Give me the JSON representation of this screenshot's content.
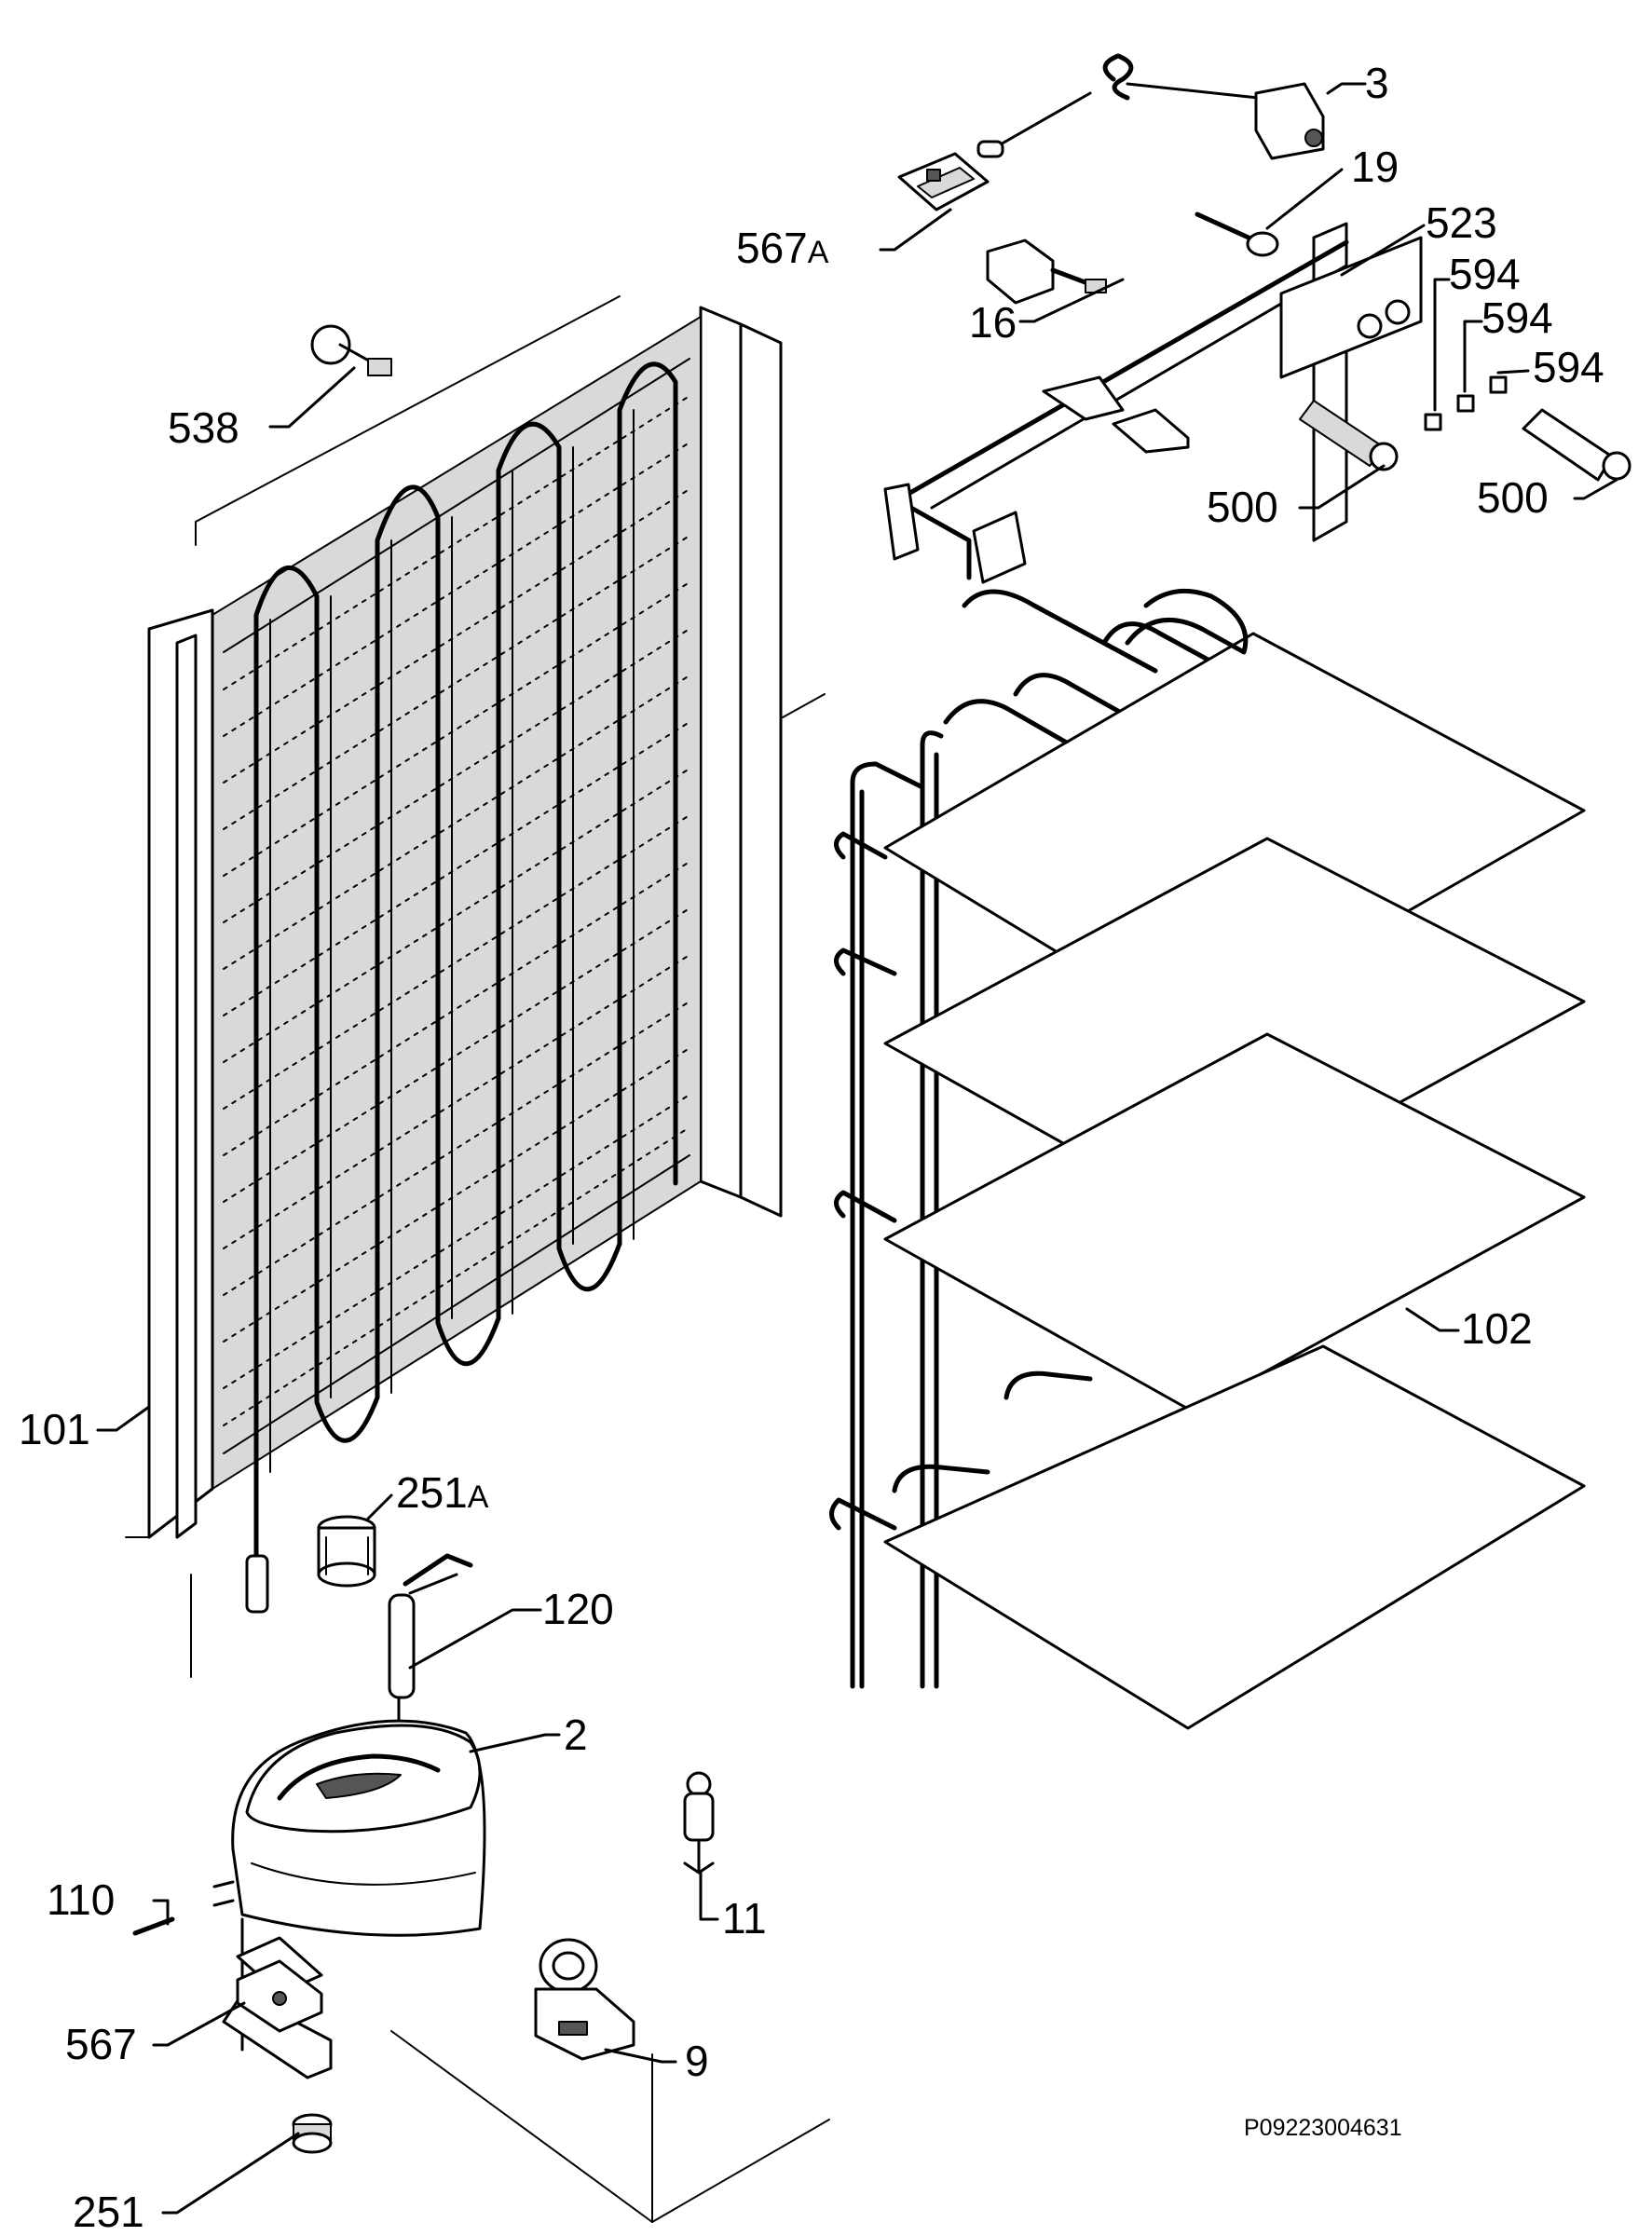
{
  "labels": {
    "p3": "3",
    "p19": "19",
    "p523": "523",
    "p567a": "567",
    "p567a_suffix": "A",
    "p16": "16",
    "p594_a": "594",
    "p594_b": "594",
    "p594_c": "594",
    "p538": "538",
    "p500_a": "500",
    "p500_b": "500",
    "p102": "102",
    "p101": "101",
    "p251a": "251",
    "p251a_suffix": "A",
    "p120": "120",
    "p2": "2",
    "p110": "110",
    "p11": "11",
    "p567": "567",
    "p9": "9",
    "p251": "251"
  },
  "document_code": "P09223004631"
}
